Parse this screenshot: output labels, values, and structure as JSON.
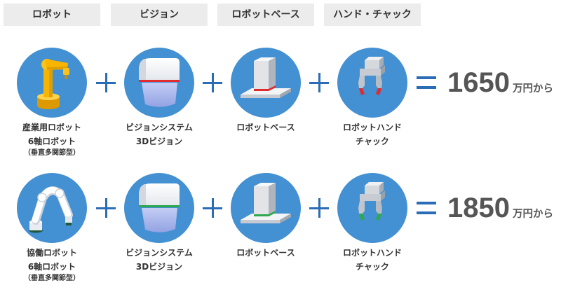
{
  "headers": [
    {
      "label": "ロボット"
    },
    {
      "label": "ビジョン"
    },
    {
      "label": "ロボットベース"
    },
    {
      "label": "ハンド・チャック"
    }
  ],
  "operators": {
    "plus_icon": "plus-icon",
    "equals_icon": "equals-icon"
  },
  "rows": [
    {
      "accent": "#e02b2f",
      "items": [
        {
          "icon": "industrial-robot-arm-icon",
          "lines": [
            "産業用ロボット",
            "6軸ロボット",
            "（垂直多関節型）"
          ]
        },
        {
          "icon": "vision-camera-icon",
          "lines": [
            "ビジョンシステム",
            "3Dビジョン"
          ]
        },
        {
          "icon": "robot-base-icon",
          "lines": [
            "ロボットベース"
          ]
        },
        {
          "icon": "robot-hand-gripper-icon",
          "lines": [
            "ロボットハンド",
            "チャック"
          ]
        }
      ],
      "price": "1650",
      "price_unit": "万円から"
    },
    {
      "accent": "#2fa84f",
      "items": [
        {
          "icon": "collaborative-robot-arm-icon",
          "lines": [
            "協働ロボット",
            "6軸ロボット",
            "（垂直多関節型）"
          ]
        },
        {
          "icon": "vision-camera-icon",
          "lines": [
            "ビジョンシステム",
            "3Dビジョン"
          ]
        },
        {
          "icon": "robot-base-icon",
          "lines": [
            "ロボットベース"
          ]
        },
        {
          "icon": "robot-hand-gripper-icon",
          "lines": [
            "ロボットハンド",
            "チャック"
          ]
        }
      ],
      "price": "1850",
      "price_unit": "万円から"
    }
  ],
  "colors": {
    "circle": "#4390d2",
    "operator": "#2a6db6",
    "header_bg": "#ececec",
    "header_text": "#333333",
    "label_text": "#333333",
    "price_text": "#555555"
  }
}
